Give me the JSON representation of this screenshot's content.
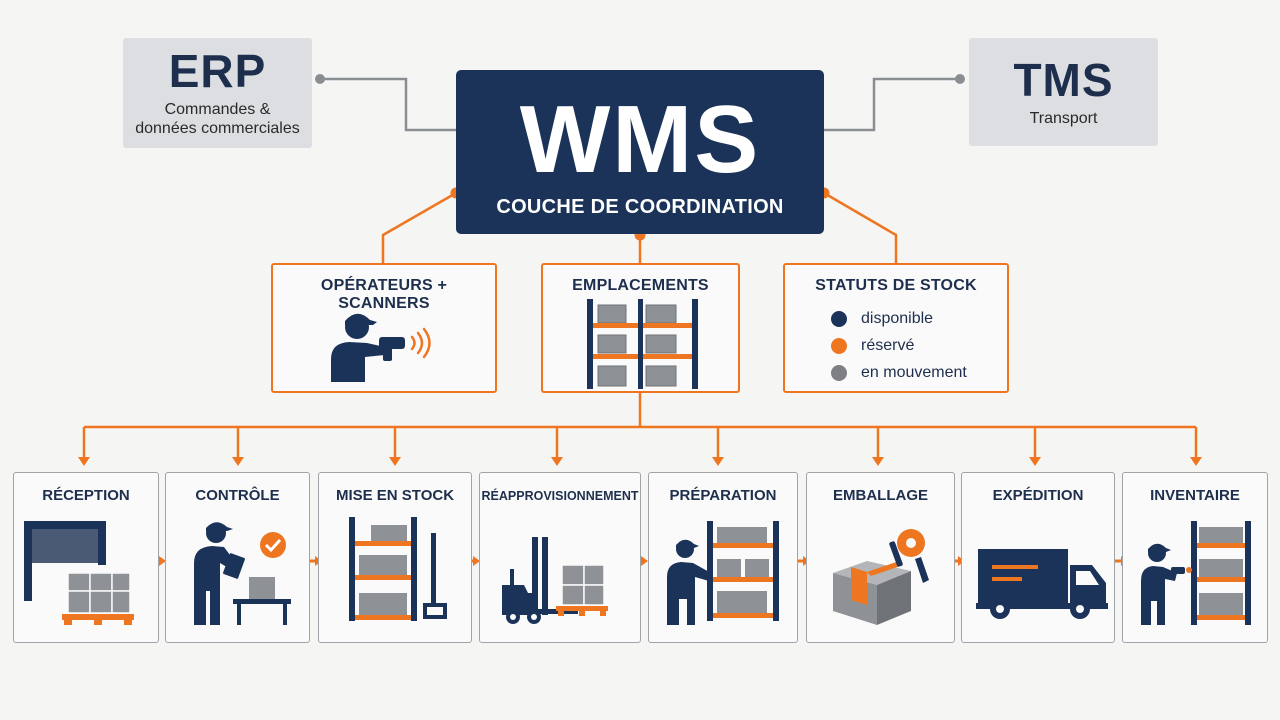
{
  "erp": {
    "title": "ERP",
    "subtitle_line1": "Commandes &",
    "subtitle_line2": "données commerciales"
  },
  "tms": {
    "title": "TMS",
    "subtitle": "Transport"
  },
  "wms": {
    "title": "WMS",
    "subtitle": "COUCHE DE COORDINATION"
  },
  "resources": [
    {
      "title": "OPÉRATEURS + SCANNERS",
      "icon": "operator-scanner-icon"
    },
    {
      "title": "EMPLACEMENTS",
      "icon": "storage-rack-icon"
    },
    {
      "title": "STATUTS DE STOCK",
      "icon": "status-legend"
    }
  ],
  "statuses": [
    {
      "label": "disponible",
      "color": "#1b3358"
    },
    {
      "label": "réservé",
      "color": "#ee7621"
    },
    {
      "label": "en mouvement",
      "color": "#7d7f83"
    }
  ],
  "steps": [
    {
      "title": "RÉCEPTION",
      "icon": "receiving-dock-icon"
    },
    {
      "title": "CONTRÔLE",
      "icon": "quality-check-icon"
    },
    {
      "title": "MISE EN STOCK",
      "icon": "putaway-rack-icon"
    },
    {
      "title": "RÉAPPROVISIONNEMENT",
      "icon": "forklift-icon"
    },
    {
      "title": "PRÉPARATION",
      "icon": "picking-icon"
    },
    {
      "title": "EMBALLAGE",
      "icon": "packing-box-icon"
    },
    {
      "title": "EXPÉDITION",
      "icon": "truck-icon"
    },
    {
      "title": "INVENTAIRE",
      "icon": "inventory-scan-icon"
    }
  ],
  "colors": {
    "navy": "#1b3358",
    "orange": "#ee7621",
    "gray": "#7d7f83",
    "connector": "#8a8d92"
  }
}
